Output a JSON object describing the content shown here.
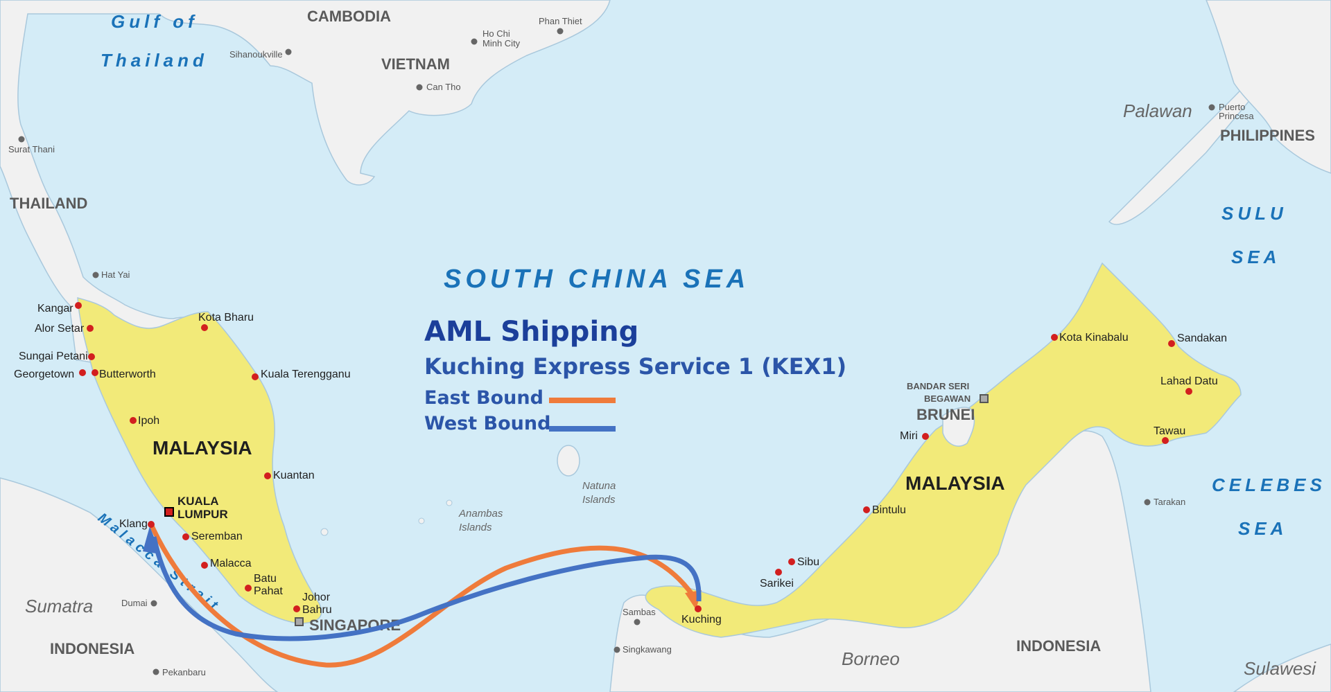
{
  "legend": {
    "title": "AML Shipping",
    "subtitle": "Kuching Express Service 1 (KEX1)",
    "east_bound": "East Bound",
    "west_bound": "West Bound",
    "east_color": "#ef7b3b",
    "west_color": "#4472c4"
  },
  "seas": {
    "gulf_line1": "Gulf of",
    "gulf_line2": "Thailand",
    "south_china_sea": "SOUTH CHINA SEA",
    "sulu_line1": "SULU",
    "sulu_line2": "SEA",
    "celebes_line1": "CELEBES",
    "celebes_line2": "SEA",
    "malacca": "Malacca Strait"
  },
  "countries": {
    "cambodia": "CAMBODIA",
    "vietnam": "VIETNAM",
    "thailand": "THAILAND",
    "philippines": "PHILIPPINES",
    "malaysia_west": "MALAYSIA",
    "malaysia_east": "MALAYSIA",
    "indonesia_west": "INDONESIA",
    "indonesia_east": "INDONESIA",
    "brunei": "BRUNEI",
    "singapore": "SINGAPORE"
  },
  "islands": {
    "sumatra": "Sumatra",
    "borneo": "Borneo",
    "palawan": "Palawan",
    "sulawesi": "Sulawesi",
    "natuna_1": "Natuna",
    "natuna_2": "Islands",
    "anambas_1": "Anambas",
    "anambas_2": "Islands"
  },
  "capital": {
    "line1": "KUALA",
    "line2": "LUMPUR",
    "bandar_line1": "BANDAR SERI",
    "bandar_line2": "BEGAWAN"
  },
  "cities_red": {
    "kangar": "Kangar",
    "alor_setar": "Alor Setar",
    "sungai_petani": "Sungai Petani",
    "georgetown": "Georgetown",
    "butterworth": "Butterworth",
    "ipoh": "Ipoh",
    "kota_bharu": "Kota Bharu",
    "kuala_terengganu": "Kuala Terengganu",
    "kuantan": "Kuantan",
    "klang": "Klang",
    "seremban": "Seremban",
    "malacca": "Malacca",
    "batu_pahat_1": "Batu",
    "batu_pahat_2": "Pahat",
    "johor_1": "Johor",
    "johor_2": "Bahru",
    "kuching": "Kuching",
    "sibu": "Sibu",
    "sarikei": "Sarikei",
    "bintulu": "Bintulu",
    "miri": "Miri",
    "kota_kinabalu": "Kota Kinabalu",
    "sandakan": "Sandakan",
    "lahad_datu": "Lahad Datu",
    "tawau": "Tawau"
  },
  "cities_grey": {
    "surat_thani": "Surat Thani",
    "hat_yai": "Hat Yai",
    "sihanoukville": "Sihanoukville",
    "ho_chi_1": "Ho Chi",
    "ho_chi_2": "Minh City",
    "phan_thiet": "Phan Thiet",
    "can_tho": "Can Tho",
    "puerto_1": "Puerto",
    "puerto_2": "Princesa",
    "dumai": "Dumai",
    "pekanbaru": "Pekanbaru",
    "sambas": "Sambas",
    "singkawang": "Singkawang",
    "tarakan": "Tarakan"
  }
}
